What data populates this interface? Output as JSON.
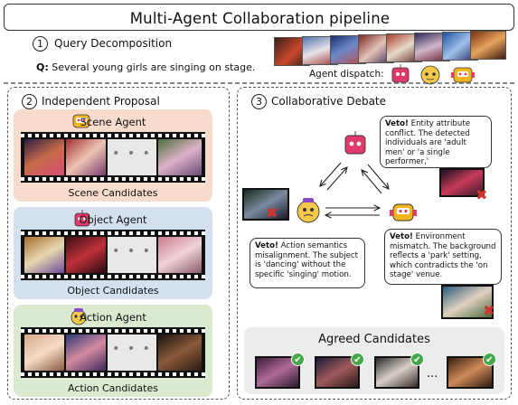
{
  "title": "Multi-Agent Collaboration pipeline",
  "step1": {
    "number": "1",
    "label": "Query Decomposition",
    "query_prefix": "Q:",
    "query_text": "Several young girls are singing on stage.",
    "dispatch_label": "Agent dispatch:"
  },
  "step2": {
    "number": "2",
    "label": "Independent Proposal",
    "panels": [
      {
        "agent": "Scene Agent",
        "caption": "Scene Candidates",
        "color": "#f7dccd"
      },
      {
        "agent": "Object Agent",
        "caption": "Object Candidates",
        "color": "#d3e1ee"
      },
      {
        "agent": "Action Agent",
        "caption": "Action Candidates",
        "color": "#d9ead0"
      }
    ],
    "ellipsis": "• • •"
  },
  "step3": {
    "number": "3",
    "label": "Collaborative Debate",
    "veto_word": "Veto!",
    "object_msg": " Entity attribute conflict. The detected individuals are 'adult men' or 'a single performer,'",
    "action_msg": " Action semantics misalignment. The subject is 'dancing' without the specific 'singing' motion.",
    "scene_msg": " Environment mismatch. The background reflects a 'park' setting, which contradicts the 'on stage' venue.",
    "agreed_label": "Agreed Candidates",
    "agreed_ellipsis": "..."
  },
  "colors": {
    "object_robot": "#e03a6d",
    "scene_robot": "#f3b61f",
    "action_robot": "#f4c84a",
    "reject": "#d0342c",
    "accept": "#46a84b"
  }
}
